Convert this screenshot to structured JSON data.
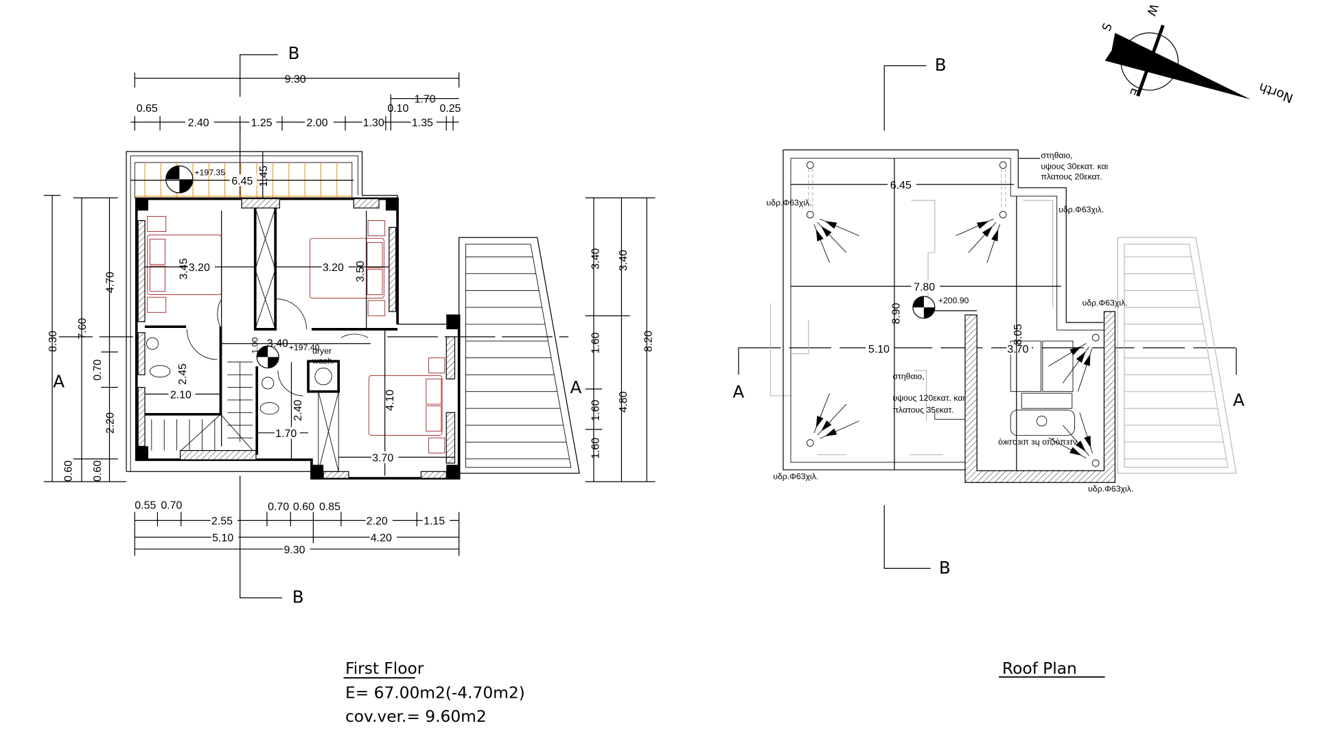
{
  "first_floor": {
    "section_marks": {
      "b_top": "B",
      "b_bottom": "B",
      "a_left": "A",
      "a_right": "A"
    },
    "dims_top": {
      "overall": "9.30",
      "upper": "1.70",
      "above": [
        "0.65",
        "0.10",
        "0.25"
      ],
      "row": [
        "2.40",
        "1.25",
        "2.00",
        "1.30",
        "1.35"
      ]
    },
    "balcony": {
      "level": "+197.35",
      "width": "6.45",
      "depth": "1.45"
    },
    "interior": {
      "bed1_width": "3.20",
      "bed1_depth": "3.45",
      "bed2_width": "3.20",
      "bed2_depth": "3.50",
      "hall_width": "3.40",
      "hall_level": "+197.40",
      "hall_depth": "1.00",
      "bath1_depth": "2.45",
      "bath1_width": "2.10",
      "bath2_depth": "2.40",
      "bath2_width": "1.70",
      "bed3_depth": "4.10",
      "bed3_width": "3.70",
      "dryer": "dryer",
      "wash": "wash."
    },
    "dims_left": {
      "outer": "8.30",
      "mid": "7.60",
      "inner": [
        "4.70",
        "0.70",
        "2.20"
      ],
      "bottom": [
        "0.60",
        "0.60"
      ]
    },
    "dims_right": {
      "inner": [
        "3.40",
        "1.60",
        "1.60",
        "1.60"
      ],
      "mid": [
        "3.40",
        "4.80"
      ],
      "outer": "8.20"
    },
    "dims_bottom": {
      "above": [
        "0.55",
        "0.70",
        "0.70",
        "0.60",
        "0.85"
      ],
      "row1": [
        "2.55",
        "2.20",
        "1.15"
      ],
      "row2": [
        "5.10",
        "4.20"
      ],
      "overall": "9.30"
    },
    "title": "First Floor",
    "area": "E= 67.00m2(-4.70m2)",
    "covered": "cov.ver.= 9.60m2"
  },
  "roof_plan": {
    "section_marks": {
      "b_top": "B",
      "b_bottom": "B",
      "a_left": "A",
      "a_right": "A"
    },
    "level": "+200.90",
    "dims": {
      "w1": "6.45",
      "w2": "7.80",
      "w3": "5.10",
      "w4": "3.70",
      "h1": "8.90",
      "h2": "8.05"
    },
    "note_parapet_low": [
      "στηθαιο,",
      "υψους 30εκατ. και",
      "πλατους 20εκατ."
    ],
    "note_parapet_high": [
      "στηθαιο,",
      "υψους 120εκατ. και",
      "πλατους 35εκατ."
    ],
    "drain_label": "υδρ.Φ63χιλ.",
    "tank_label": "ντεπόζιτο με πιεστικό",
    "title": "Roof  Plan"
  },
  "compass": {
    "north": "North",
    "south": "S",
    "west": "W",
    "east": "E"
  },
  "colors": {
    "furniture": "#aa3333",
    "tiles": "#f0a030",
    "ghost": "#bbbbbb"
  }
}
